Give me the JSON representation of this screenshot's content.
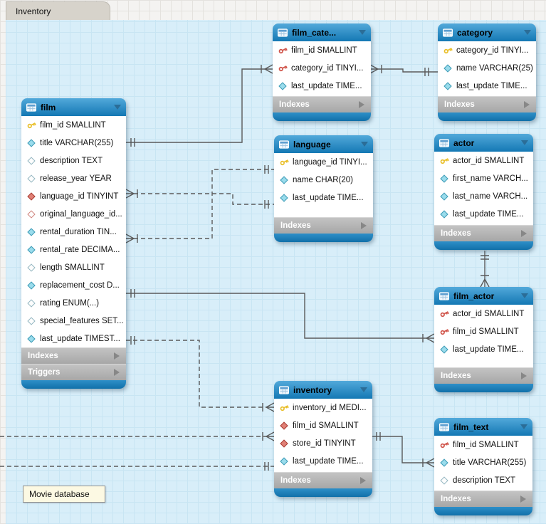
{
  "tab": {
    "label": "Inventory"
  },
  "note": {
    "label": "Movie database"
  },
  "tables": [
    {
      "name": "film",
      "sections": [
        "Indexes",
        "Triggers"
      ],
      "fields": [
        {
          "icon": "key-pk",
          "label": "film_id SMALLINT"
        },
        {
          "icon": "col-nn",
          "label": "title VARCHAR(255)"
        },
        {
          "icon": "col-null",
          "label": "description TEXT"
        },
        {
          "icon": "col-null",
          "label": "release_year YEAR"
        },
        {
          "icon": "fk-nn",
          "label": "language_id TINYINT"
        },
        {
          "icon": "fk-null",
          "label": "original_language_id..."
        },
        {
          "icon": "col-nn",
          "label": "rental_duration TIN..."
        },
        {
          "icon": "col-nn",
          "label": "rental_rate DECIMA..."
        },
        {
          "icon": "col-null",
          "label": "length SMALLINT"
        },
        {
          "icon": "col-nn",
          "label": "replacement_cost D..."
        },
        {
          "icon": "col-null",
          "label": "rating ENUM(...)"
        },
        {
          "icon": "col-null",
          "label": "special_features SET..."
        },
        {
          "icon": "col-nn",
          "label": "last_update TIMEST..."
        }
      ]
    },
    {
      "name": "film_cate...",
      "sections": [
        "Indexes"
      ],
      "fields": [
        {
          "icon": "key-pkfk",
          "label": "film_id SMALLINT"
        },
        {
          "icon": "key-pkfk",
          "label": "category_id TINYI..."
        },
        {
          "icon": "col-nn",
          "label": "last_update TIME..."
        }
      ]
    },
    {
      "name": "category",
      "sections": [
        "Indexes"
      ],
      "fields": [
        {
          "icon": "key-pk",
          "label": "category_id TINYI..."
        },
        {
          "icon": "col-nn",
          "label": "name VARCHAR(25)"
        },
        {
          "icon": "col-nn",
          "label": "last_update TIME..."
        }
      ]
    },
    {
      "name": "language",
      "sections": [
        "Indexes"
      ],
      "fields": [
        {
          "icon": "key-pk",
          "label": "language_id TINYI..."
        },
        {
          "icon": "col-nn",
          "label": "name CHAR(20)"
        },
        {
          "icon": "col-nn",
          "label": "last_update TIME..."
        }
      ]
    },
    {
      "name": "actor",
      "sections": [
        "Indexes"
      ],
      "fields": [
        {
          "icon": "key-pk",
          "label": "actor_id SMALLINT"
        },
        {
          "icon": "col-nn",
          "label": "first_name VARCH..."
        },
        {
          "icon": "col-nn",
          "label": "last_name VARCH..."
        },
        {
          "icon": "col-nn",
          "label": "last_update TIME..."
        }
      ]
    },
    {
      "name": "film_actor",
      "sections": [
        "Indexes"
      ],
      "fields": [
        {
          "icon": "key-pkfk",
          "label": "actor_id SMALLINT"
        },
        {
          "icon": "key-pkfk",
          "label": "film_id SMALLINT"
        },
        {
          "icon": "col-nn",
          "label": "last_update TIME..."
        }
      ]
    },
    {
      "name": "inventory",
      "sections": [
        "Indexes"
      ],
      "fields": [
        {
          "icon": "key-pk",
          "label": "inventory_id MEDI..."
        },
        {
          "icon": "fk-nn",
          "label": "film_id SMALLINT"
        },
        {
          "icon": "fk-nn",
          "label": "store_id TINYINT"
        },
        {
          "icon": "col-nn",
          "label": "last_update TIME..."
        }
      ]
    },
    {
      "name": "film_text",
      "sections": [
        "Indexes"
      ],
      "fields": [
        {
          "icon": "key-pkfk",
          "label": "film_id SMALLINT"
        },
        {
          "icon": "col-nn",
          "label": "title VARCHAR(255)"
        },
        {
          "icon": "col-null",
          "label": "description TEXT"
        }
      ]
    }
  ],
  "relationships": [
    {
      "one_side": "film",
      "many_side": "film_cate...",
      "line": "solid"
    },
    {
      "one_side": "category",
      "many_side": "film_cate...",
      "line": "solid"
    },
    {
      "one_side": "language",
      "many_side": "film (language_id)",
      "line": "dashed"
    },
    {
      "one_side": "language",
      "many_side": "film (original_language_id)",
      "line": "dashed"
    },
    {
      "one_side": "film",
      "many_side": "film_actor",
      "line": "solid"
    },
    {
      "one_side": "actor",
      "many_side": "film_actor",
      "line": "solid"
    },
    {
      "one_side": "film",
      "many_side": "inventory",
      "line": "dashed"
    },
    {
      "one_side": "inventory",
      "many_side": "film_text",
      "line": "solid"
    },
    {
      "one_side": "off-canvas",
      "many_side": "inventory",
      "line": "dashed"
    },
    {
      "one_side": "inventory",
      "many_side": "off-canvas",
      "line": "dashed"
    }
  ],
  "colors": {
    "canvas": "#d8eef9",
    "header_blue": "#1478b4",
    "line": "#5a5a5a",
    "note_bg": "#fcf9e3",
    "tab_bg": "#d7d3cb"
  }
}
